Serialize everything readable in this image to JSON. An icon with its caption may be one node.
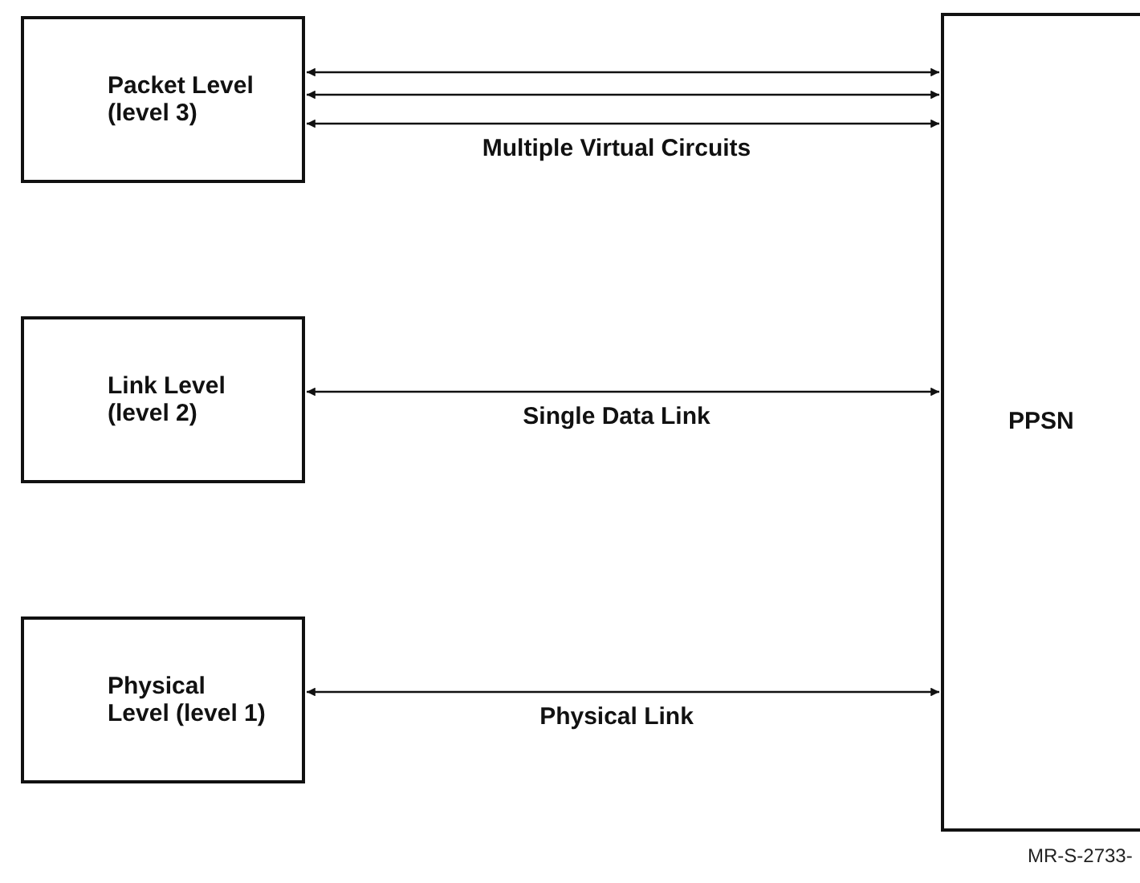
{
  "diagram": {
    "nodes": [
      {
        "text": [
          "Packet Level (level 3)"
        ]
      },
      {
        "text": [
          "Link Level (level 2)"
        ]
      },
      {
        "text": [
          "Physical Level (level 1)"
        ]
      },
      {
        "text": [
          "PPSN"
        ]
      }
    ],
    "edges": [
      {
        "from": 0,
        "to": 3,
        "arrow": "both"
      },
      {
        "from": 0,
        "to": 3,
        "arrow": "both"
      },
      {
        "from": 0,
        "to": 3,
        "arrow": "both",
        "label": "Multiple Virtual Circuits"
      },
      {
        "from": 1,
        "to": 3,
        "arrow": "both",
        "label": "Single Data Link"
      },
      {
        "from": 2,
        "to": 3,
        "arrow": "both",
        "label": "Physical Link"
      }
    ],
    "labels": [
      "MR-S-2733-"
    ]
  }
}
